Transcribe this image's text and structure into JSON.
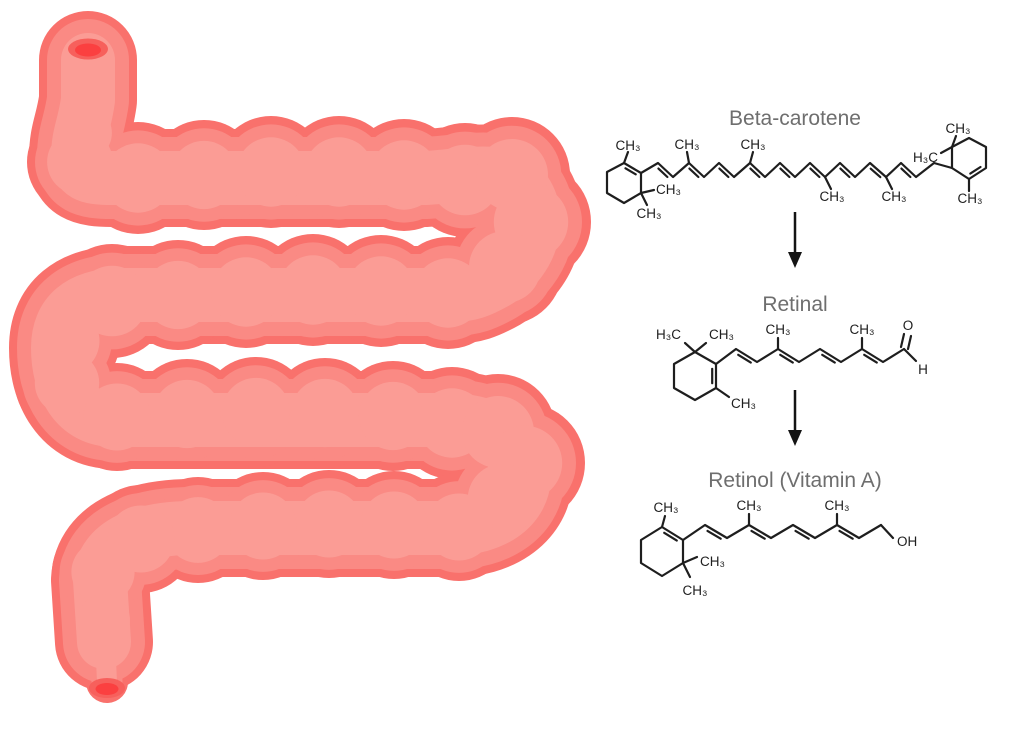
{
  "background_color": "#ffffff",
  "intestine": {
    "description": "small-intestine-illustration",
    "colors": {
      "outline": "#f9716c",
      "body": "#fa8a84",
      "highlight": "#fb9c95",
      "opening_rim": "#f7605c",
      "opening_inner": "#fb4040"
    }
  },
  "pathway": {
    "icons": {
      "down_arrow": "↓"
    },
    "arrow_color": "#141414",
    "molecules": {
      "beta_carotene": {
        "title": "Beta-carotene",
        "labels": {
          "ring_left_top_methyl": "CH₃",
          "ring_left_gem_methyl_right": "CH₃",
          "ring_left_gem_methyl_down": "CH₃",
          "chain_methyl_1": "CH₃",
          "chain_methyl_2": "CH₃",
          "chain_methyl_3": "CH₃",
          "chain_methyl_4": "CH₃",
          "ring_right_gem_methyl": "H₃C",
          "ring_right_top_methyl": "CH₃",
          "ring_right_bottom_methyl": "CH₃"
        }
      },
      "retinal": {
        "title": "Retinal",
        "labels": {
          "gem_methyl_left": "H₃C",
          "gem_methyl_right": "CH₃",
          "ring_methyl": "CH₃",
          "chain_methyl_1": "CH₃",
          "chain_methyl_2": "CH₃",
          "aldehyde_oxygen": "O",
          "aldehyde_hydrogen": "H"
        }
      },
      "retinol": {
        "title": "Retinol (Vitamin A)",
        "labels": {
          "ring_top_methyl": "CH₃",
          "gem_methyl_right": "CH₃",
          "gem_methyl_down": "CH₃",
          "chain_methyl_1": "CH₃",
          "chain_methyl_2": "CH₃",
          "hydroxyl": "OH"
        }
      }
    }
  }
}
